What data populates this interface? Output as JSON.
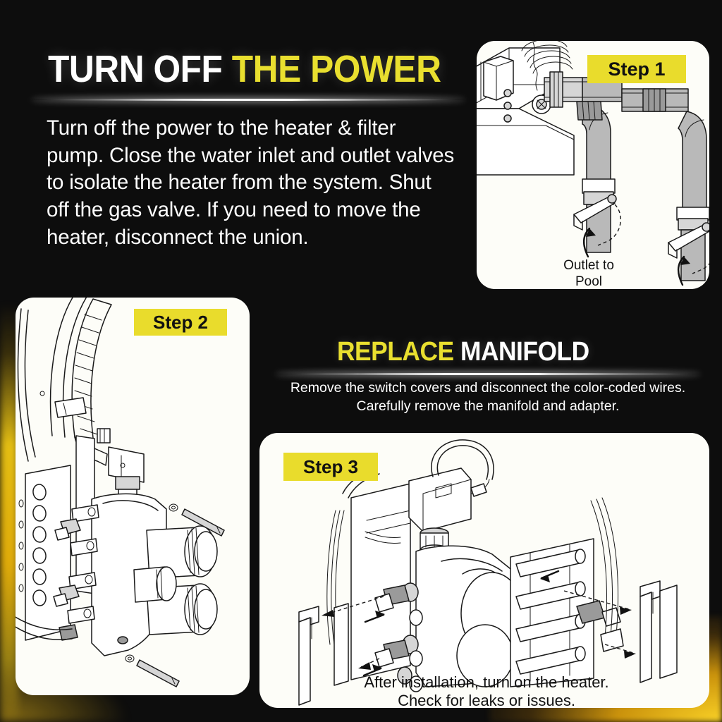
{
  "background_color": "#0d0d0d",
  "accent_yellow": "#e9dc2c",
  "text_white": "#ffffff",
  "main": {
    "title_white": "TURN OFF ",
    "title_yellow": "THE POWER",
    "body": "Turn off the power to the heater & filter pump. Close the water inlet and outlet valves to isolate the heater from the system. Shut off the gas valve. If you need to move the heater, disconnect the union."
  },
  "section": {
    "title_yellow": "REPLACE ",
    "title_white": "MANIFOLD",
    "caption_line1": "Remove the switch covers and disconnect the color-coded wires.",
    "caption_line2": "Carefully remove the manifold and adapter."
  },
  "steps": [
    {
      "badge": "Step 1",
      "caption_line1": "Outlet to",
      "caption_line2": "Pool",
      "illustration": "pool-heater-plumbing-valves-diagram"
    },
    {
      "badge": "Step 2",
      "illustration": "heater-manifold-exploded-diagram"
    },
    {
      "badge": "Step 3",
      "caption_line1": "After installation, turn on the heater.",
      "caption_line2": "Check for leaks or issues.",
      "illustration": "manifold-switch-covers-wiring-diagram"
    }
  ]
}
